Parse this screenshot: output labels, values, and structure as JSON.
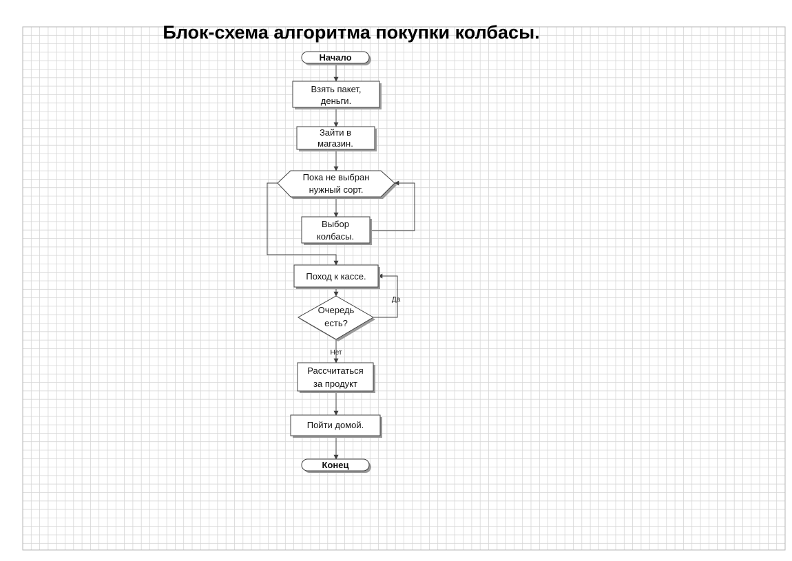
{
  "title": "Блок-схема алгоритма покупки колбасы.",
  "colors": {
    "grid_line": "#d6d6d6",
    "grid_border": "#b4b4b4",
    "shape_stroke": "#404040",
    "shape_fill": "#ffffff",
    "shadow": "#9a9a9a",
    "connector": "#404040"
  },
  "nodes": {
    "start": {
      "text": "Начало"
    },
    "take_bag": {
      "line1": "Взять пакет,",
      "line2": "деньги."
    },
    "enter_shop": {
      "line1": "Зайти в",
      "line2": "магазин."
    },
    "loop_condition": {
      "line1": "Пока не выбран",
      "line2": "нужный сорт."
    },
    "choose_sausage": {
      "line1": "Выбор",
      "line2": "колбасы."
    },
    "go_checkout": {
      "text": "Поход к кассе."
    },
    "queue_check": {
      "line1": "Очередь",
      "line2": "есть?"
    },
    "pay": {
      "line1": "Рассчитаться",
      "line2": "за продукт"
    },
    "go_home": {
      "text": "Пойти домой."
    },
    "end": {
      "text": "Конец"
    }
  },
  "edge_labels": {
    "yes": "Да",
    "no": "Нет"
  }
}
